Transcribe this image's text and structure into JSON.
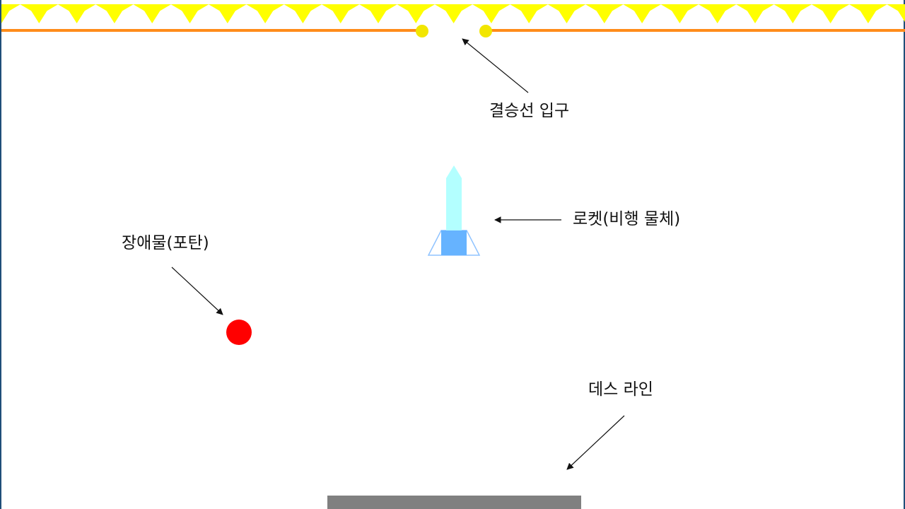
{
  "labels": {
    "finish_entrance": "결승선 입구",
    "rocket": "로켓(비행 물체)",
    "obstacle": "장애물(포탄)",
    "death_line": "데스 라인"
  },
  "colors": {
    "background": "#ffffff",
    "ceiling_spikes": "#ffff00",
    "ceiling_line": "#ff8c1a",
    "entrance_markers": "#f2e600",
    "rocket_body": "#b3ffff",
    "rocket_base": "#66b3ff",
    "rocket_fins": "#a8d1ff",
    "obstacle": "#ff0000",
    "death_line": "#808080",
    "arrows": "#111111",
    "frame_border": "#1f4e79"
  },
  "icons": {
    "ceiling": "yellow-spike-row",
    "entrance_markers": "yellow-dot-pair",
    "rocket": "rocket-sprite",
    "obstacle": "red-ball",
    "death_line": "gray-floor-bar"
  }
}
